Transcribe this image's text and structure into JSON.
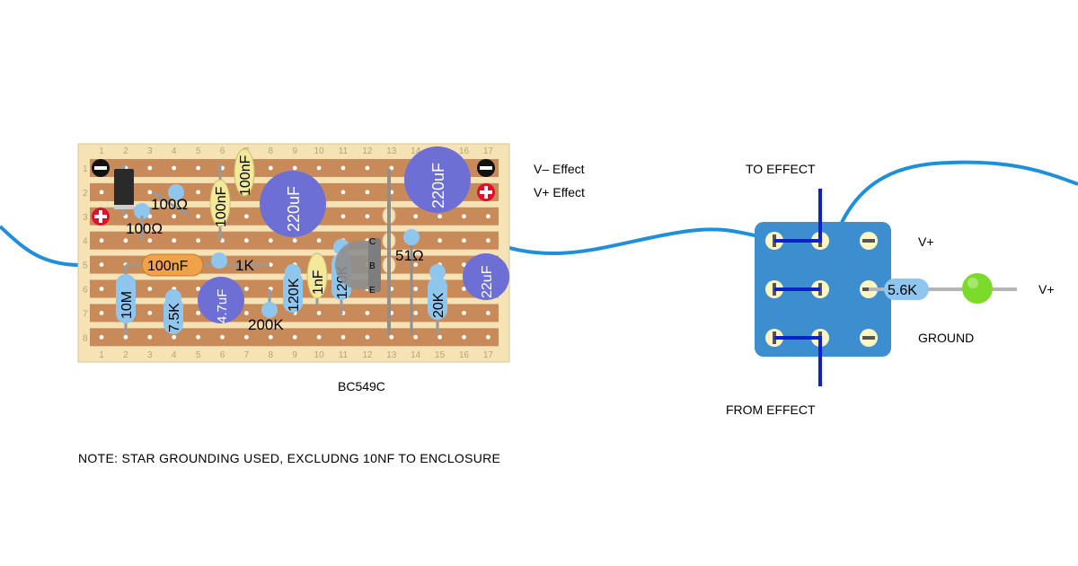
{
  "board": {
    "columns": [
      "1",
      "2",
      "3",
      "4",
      "5",
      "6",
      "7",
      "8",
      "9",
      "10",
      "11",
      "12",
      "13",
      "14",
      "15",
      "16",
      "17"
    ],
    "rows": [
      "1",
      "2",
      "3",
      "4",
      "5",
      "6",
      "7",
      "8"
    ],
    "power_labels": {
      "minus": "V– Effect",
      "plus": "V+ Effect"
    },
    "transistor": {
      "label": "BC549C",
      "pins": [
        "C",
        "B",
        "E"
      ]
    }
  },
  "components": {
    "r_100_a": "100Ω",
    "r_100_b": "100Ω",
    "c_100nf_a": "100nF",
    "c_100nf_b": "100nF",
    "c_220uf_a": "220uF",
    "c_220uf_b": "220uF",
    "c_100nf_film": "100nF",
    "r_1k": "1K",
    "c_1nf": "1nF",
    "r_120k_a": "120K",
    "r_120k_b": "120K",
    "r_51": "51Ω",
    "c_22uf": "22uF",
    "r_10m": "10M",
    "r_7_5k": "7.5K",
    "c_4_7uf": "4.7uF",
    "r_200k": "200K",
    "r_20k": "20K",
    "r_5_6k": "5.6K"
  },
  "switch": {
    "to_effect": "TO EFFECT",
    "from_effect": "FROM EFFECT",
    "v_plus": "V+",
    "ground": "GROUND",
    "led_v_plus": "V+"
  },
  "note": "NOTE:  STAR GROUNDING USED, EXCLUDNG 10NF TO ENCLOSURE",
  "colors": {
    "board": "#f5e3b5",
    "strip": "#c98a5a",
    "hole": "#ffffff",
    "resistor": "#8ec6ee",
    "electrolytic": "#6d6fd4",
    "ceramic": "#f3e99a",
    "film": "#f0a24a",
    "wire": "#1f8fdc",
    "switch": "#3d8ecf",
    "lug": "#fff6c2",
    "switch_line": "#0a22c8",
    "led": "#7adb2a",
    "positive": "#e0102a",
    "negative": "#111111"
  }
}
